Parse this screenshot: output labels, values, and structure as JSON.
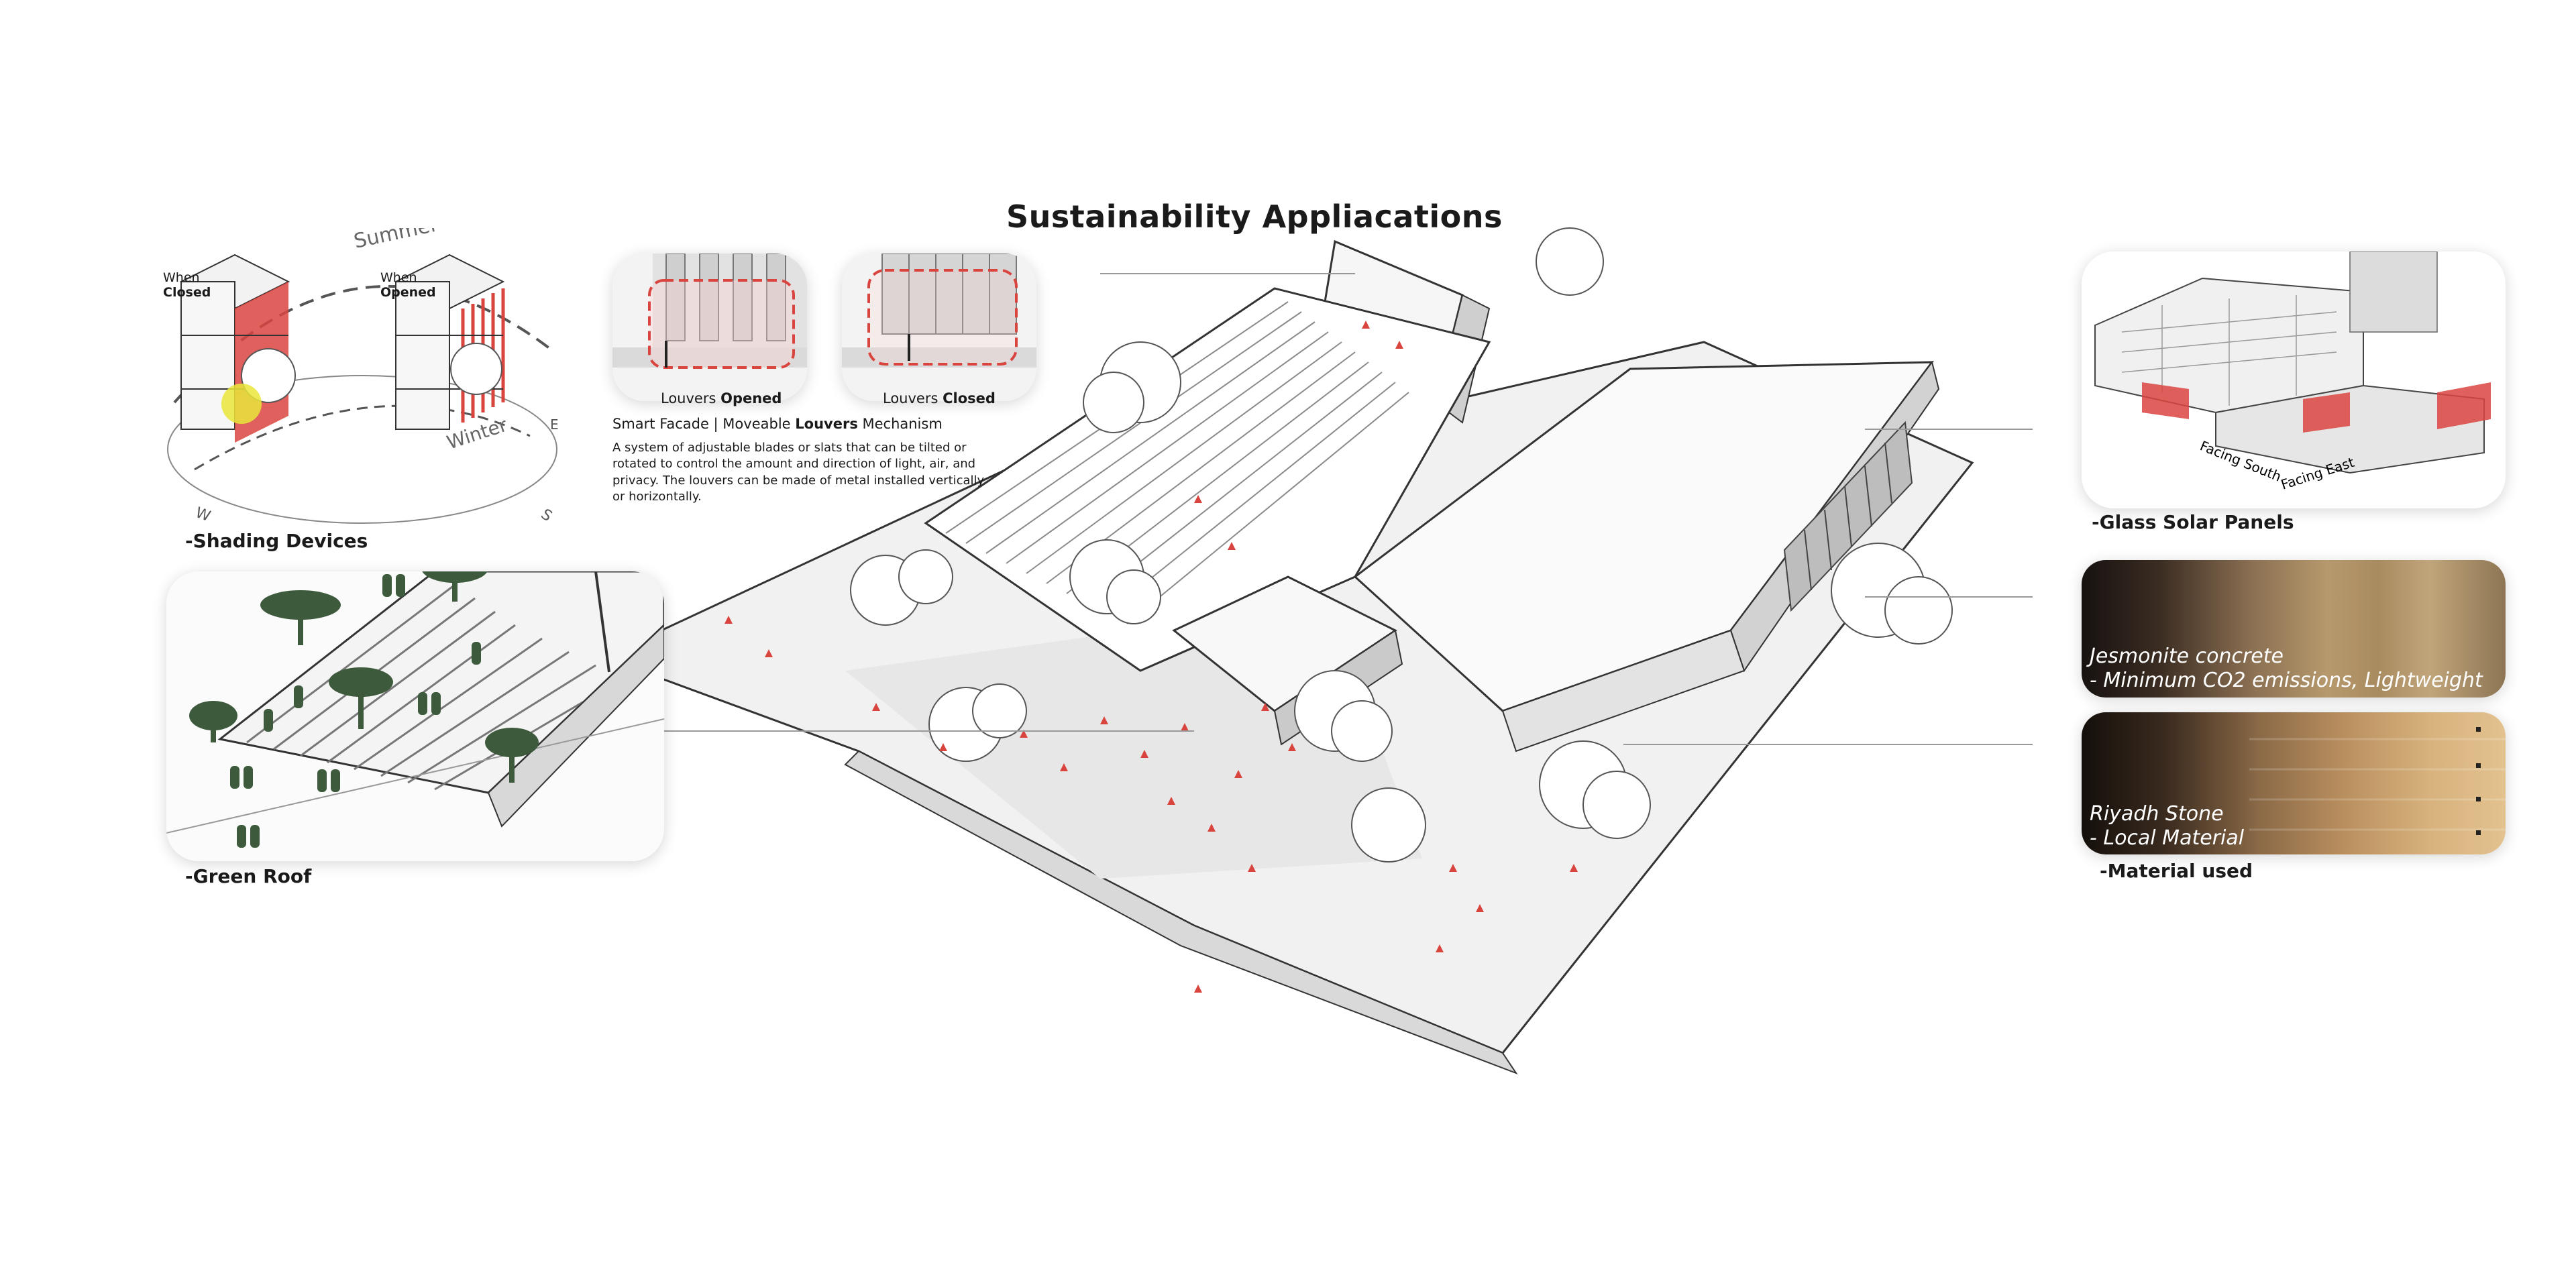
{
  "title": "Sustainability Appliacations",
  "shading": {
    "closed_when": "When",
    "closed_state": "Closed",
    "opened_when": "When",
    "opened_state": "Opened",
    "summer": "Summer",
    "winter": "Winter",
    "compass_w": "W",
    "compass_s": "S",
    "compass_e": "E",
    "label": "-Shading Devices"
  },
  "louvers": {
    "opened_prefix": "Louvers ",
    "opened_state": "Opened",
    "closed_prefix": "Louvers ",
    "closed_state": "Closed",
    "heading_prefix": "Smart Facade | Moveable ",
    "heading_bold": "Louvers",
    "heading_suffix": " Mechanism",
    "description": "A system of adjustable blades or slats that can be tilted or rotated to control the amount and direction of light, air, and privacy. The louvers can be made of metal  installed vertically or horizontally."
  },
  "green_roof": {
    "label": "-Green Roof"
  },
  "solar": {
    "facing_south": "Facing South",
    "facing_east": "Facing East",
    "label": "-Glass Solar Panels"
  },
  "materials": {
    "jesmonite_line1": "Jesmonite concrete",
    "jesmonite_line2": "- Minimum CO2 emissions, Lightweight",
    "riyadh_line1": "Riyadh Stone",
    "riyadh_line2": "- Local Material",
    "label": "-Material used"
  },
  "colors": {
    "accent_red": "#d9443f",
    "tree_green": "#3d5a3c",
    "sun_yellow": "#e9e63a",
    "jesmonite_tan": "#b89a6a",
    "stone_sand": "#d7b27c"
  }
}
